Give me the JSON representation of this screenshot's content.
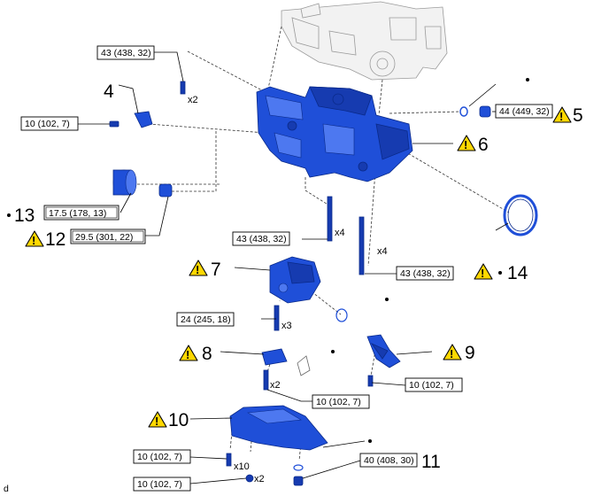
{
  "corner_label": "d",
  "callouts": {
    "c4": "4",
    "c5": "5",
    "c6": "6",
    "c7": "7",
    "c8": "8",
    "c9": "9",
    "c10": "10",
    "c11": "11",
    "c12": "12",
    "c13": "13",
    "c14": "14"
  },
  "torques": {
    "t_43_top": "43 (438, 32)",
    "t_10_part4": "10 (102, 7)",
    "t_44_part5": "44 (449, 32)",
    "t_17_5_part13": "17.5 (178, 13)",
    "t_29_5_part12": "29.5 (301, 22)",
    "t_43_mid": "43 (438, 32)",
    "t_43_right": "43 (438, 32)",
    "t_24_part7": "24 (245, 18)",
    "t_10_part8": "10 (102, 7)",
    "t_10_part9": "10 (102, 7)",
    "t_10_pan_a": "10 (102, 7)",
    "t_10_pan_b": "10 (102, 7)",
    "t_40_part11": "40 (408, 30)"
  },
  "multipliers": {
    "x2_top": "x2",
    "x4_mid": "x4",
    "x4_right": "x4",
    "x3_part7": "x3",
    "x2_part8": "x2",
    "x10_pan": "x10",
    "x2_pan": "x2"
  },
  "icons": {
    "warning": "warning-triangle-icon",
    "bullet": "non-reusable-part-dot",
    "warning_fill": "#ffd800"
  },
  "colors": {
    "part_blue": "#1f4fd8",
    "part_outline": "#0a2a8a",
    "engine_ghost": "#f2f2f2"
  }
}
